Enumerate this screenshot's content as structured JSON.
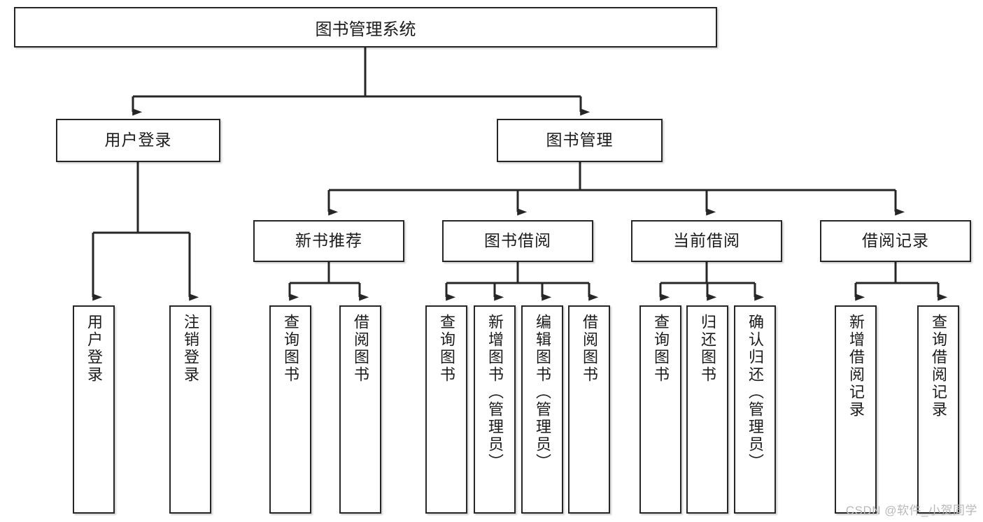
{
  "diagram": {
    "title": "图书管理系统",
    "type": "hierarchy-tree",
    "colors": {
      "box_border": "#262626",
      "box_fill": "#ffffff",
      "connector": "#262626",
      "text": "#1b1b1b",
      "watermark": "#b9b9b9",
      "background": "#ffffff"
    },
    "root": {
      "label": "图书管理系统"
    },
    "level2": [
      {
        "label": "用户登录"
      },
      {
        "label": "图书管理"
      }
    ],
    "level3": [
      {
        "label": "新书推荐"
      },
      {
        "label": "图书借阅"
      },
      {
        "label": "当前借阅"
      },
      {
        "label": "借阅记录"
      }
    ],
    "leaves": {
      "user_login": [
        {
          "label": "用户登录"
        },
        {
          "label": "注销登录"
        }
      ],
      "new_book": [
        {
          "label": "查询图书"
        },
        {
          "label": "借阅图书"
        }
      ],
      "book_borrow": [
        {
          "label": "查询图书"
        },
        {
          "label": "新增图书（管理员）"
        },
        {
          "label": "编辑图书（管理员）"
        },
        {
          "label": "借阅图书"
        }
      ],
      "current_borrow": [
        {
          "label": "查询图书"
        },
        {
          "label": "归还图书"
        },
        {
          "label": "确认归还（管理员）"
        }
      ],
      "borrow_record": [
        {
          "label": "新增借阅记录"
        },
        {
          "label": "查询借阅记录"
        }
      ]
    }
  },
  "watermark": {
    "text": "CSDN @软件_小贺同学"
  }
}
